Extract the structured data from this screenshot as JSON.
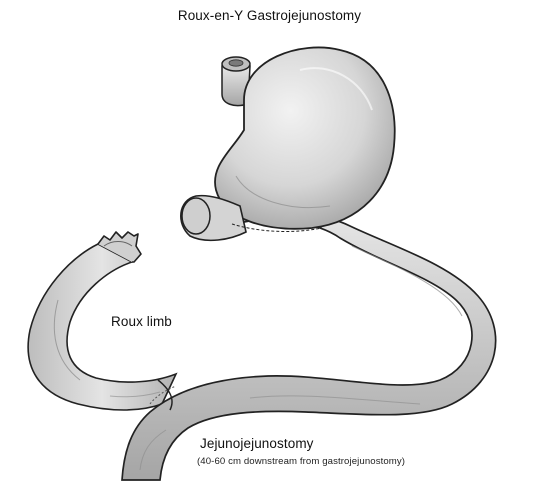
{
  "diagram": {
    "title": "Roux-en-Y Gastrojejunostomy",
    "labels": {
      "roux_limb": "Roux limb",
      "jejunojejunostomy": "Jejunojejunostomy",
      "jejunojejunostomy_note": "(40-60 cm downstream from gastrojejunostomy)"
    },
    "structures": [
      "esophagus",
      "gastric-pouch",
      "gastrojejunostomy",
      "roux-limb",
      "biliopancreatic-limb-cut-end",
      "common-channel"
    ],
    "colors": {
      "organ_fill": "#d9d9d9",
      "organ_shade": "#9a9a9a",
      "outline": "#222222",
      "text": "#111111",
      "background": "#ffffff"
    }
  }
}
